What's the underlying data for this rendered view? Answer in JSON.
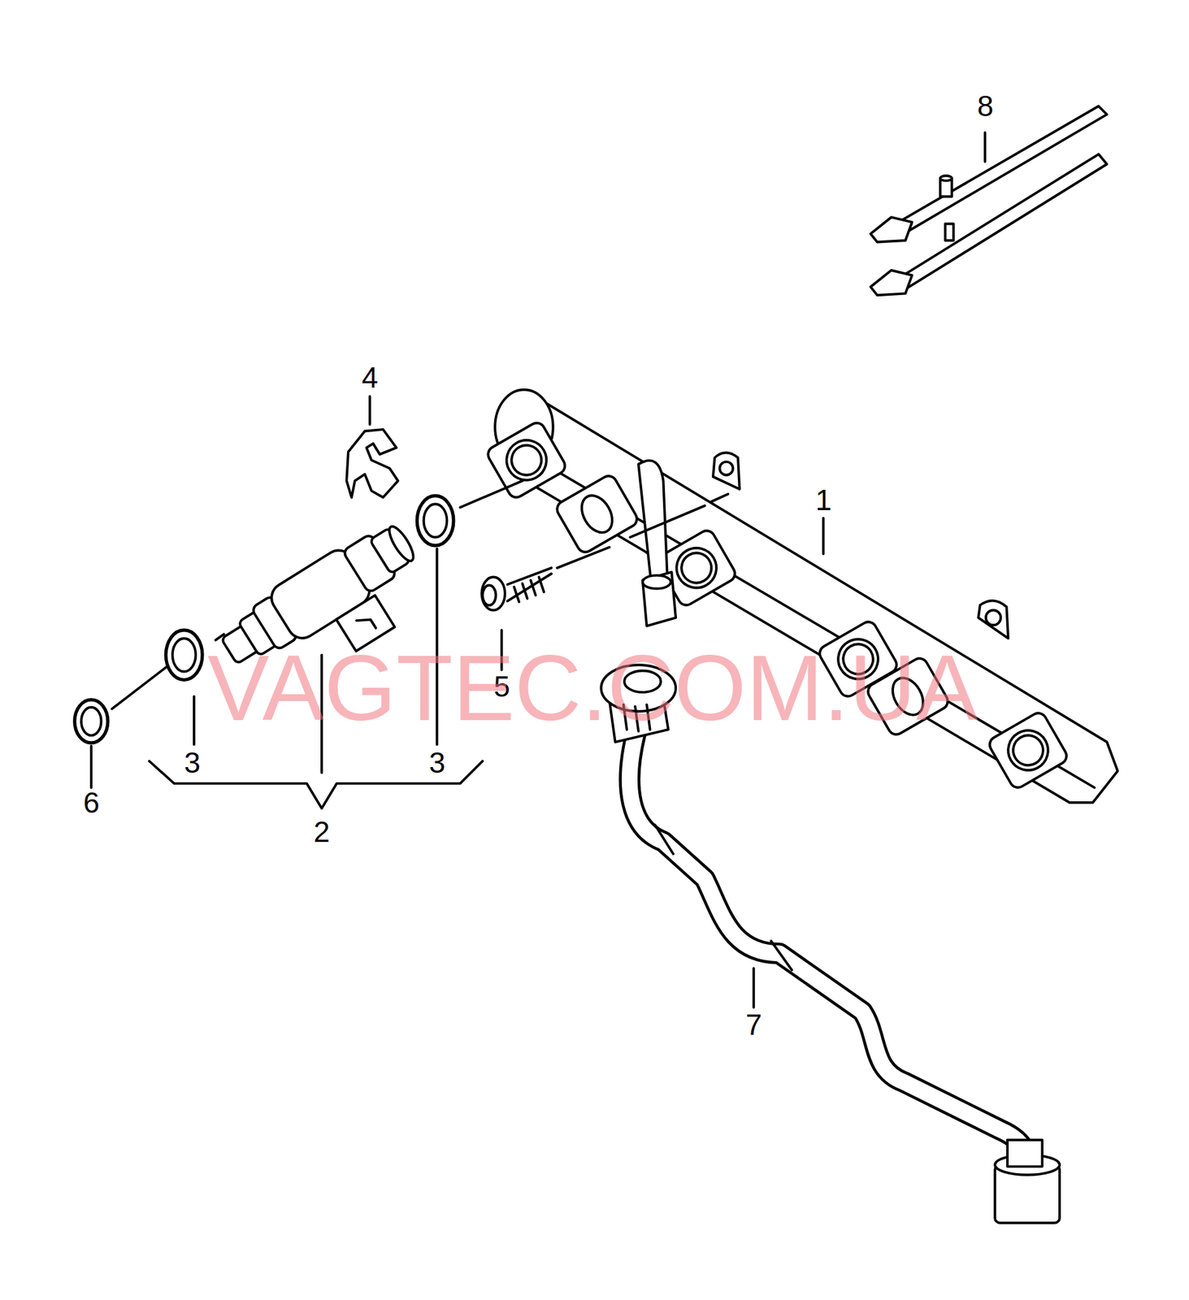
{
  "diagram": {
    "labels": [
      "8",
      "4",
      "1",
      "5",
      "6",
      "3",
      "3",
      "2",
      "7",
      "VAGTEC.COM.UA"
    ]
  }
}
